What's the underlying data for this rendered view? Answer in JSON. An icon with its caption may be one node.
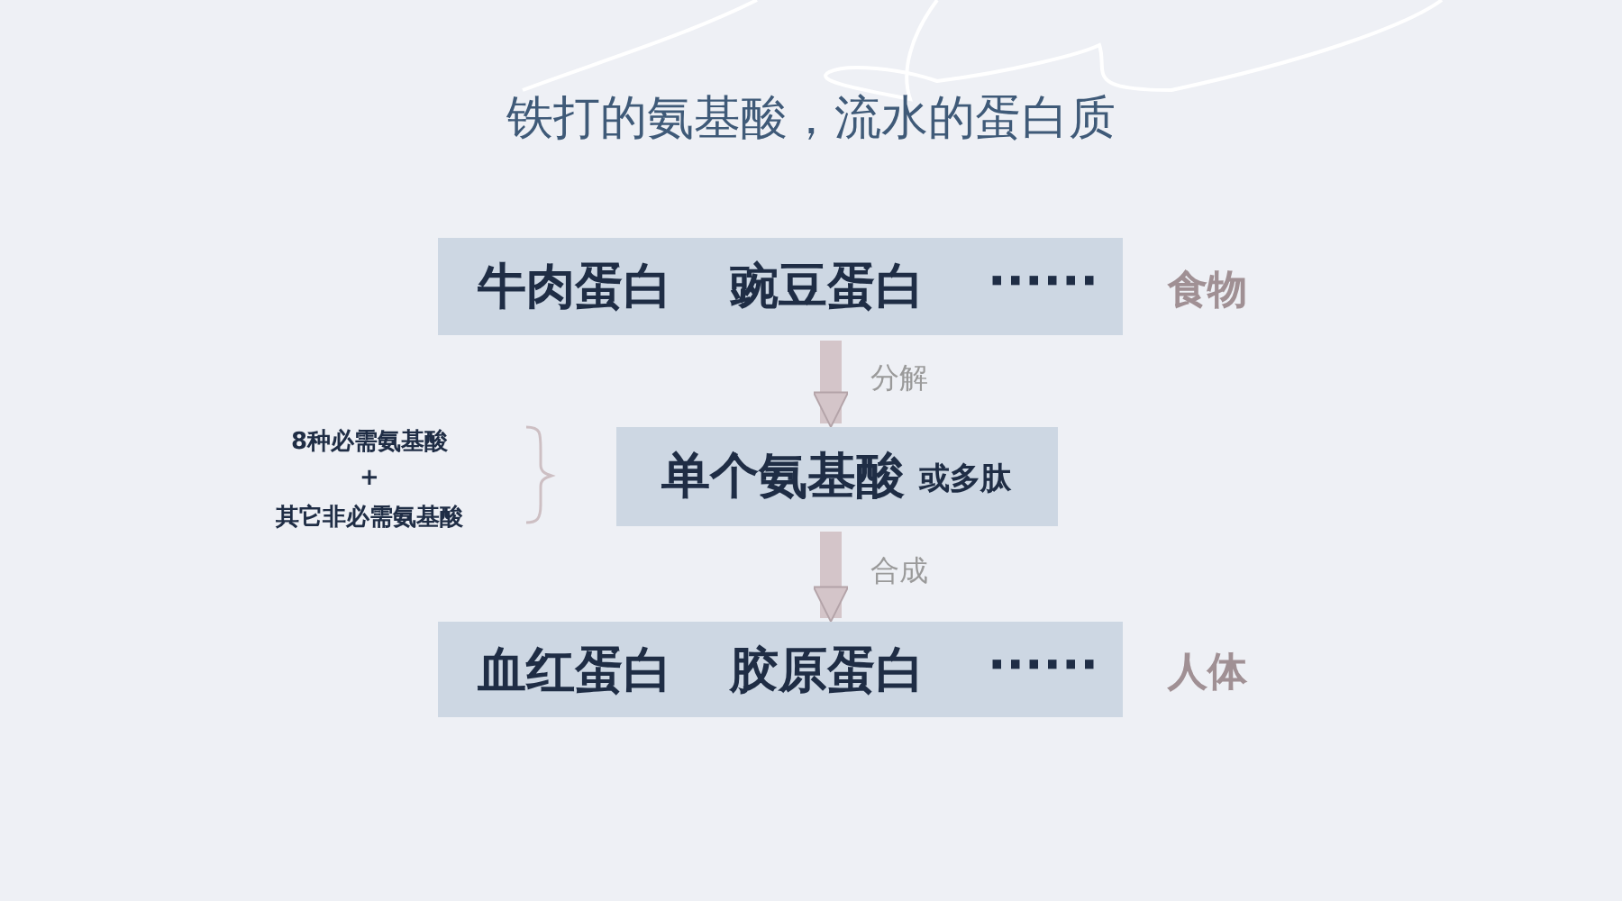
{
  "diagram": {
    "title": "铁打的氨基酸，流水的蛋白质",
    "nodes": [
      {
        "text": [
          "牛肉蛋白",
          "豌豆蛋白",
          "······"
        ],
        "beside": [
          "食物"
        ]
      },
      {
        "text": [
          "单个氨基酸",
          "或多肽"
        ]
      },
      {
        "text": [
          "血红蛋白",
          "胶原蛋白",
          "······"
        ],
        "beside": [
          "人体"
        ]
      }
    ],
    "edges": [
      {
        "from": 0,
        "to": 1,
        "arrow": "to",
        "label": "分解"
      },
      {
        "from": 1,
        "to": 2,
        "arrow": "to",
        "label": "合成"
      }
    ],
    "labels": [
      "8种必需氨基酸",
      "+",
      "其它非必需氨基酸"
    ]
  }
}
